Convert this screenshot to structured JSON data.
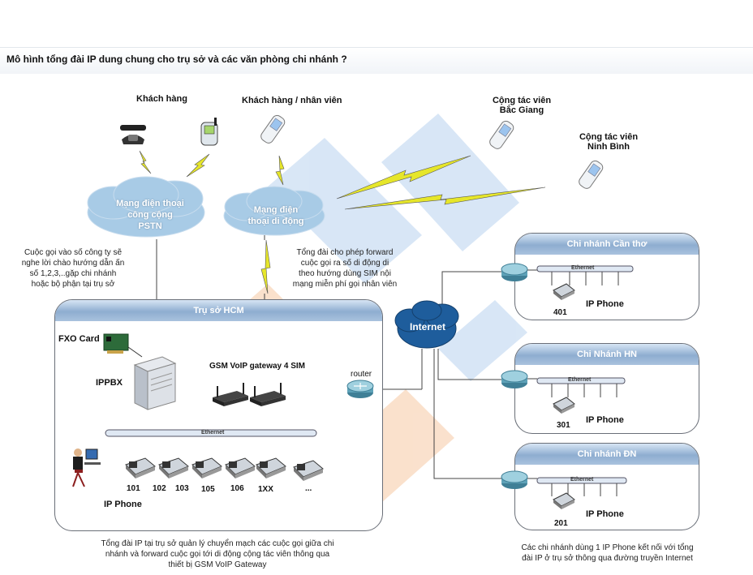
{
  "title": "Mô hình tổng đài IP dung chung cho trụ sở và các văn phòng chi nhánh ?",
  "labels": {
    "customer": "Khách hàng",
    "customer_staff": "Khách hàng / nhân viên",
    "collab_bg_line1": "Cộng tác viên",
    "collab_bg_line2": "Bắc Giang",
    "collab_nb_line1": "Cộng tác viên",
    "collab_nb_line2": "Ninh Bình"
  },
  "clouds": {
    "pstn": [
      "Mạng điện thoại",
      "công cộng",
      "PSTN"
    ],
    "mobile": [
      "Mạng điện",
      "thoại di động"
    ],
    "internet": "Internet"
  },
  "notes": {
    "pstn_note": [
      "Cuộc gọi vào số công ty sẽ",
      "nghe lời chào hướng dẫn ấn",
      "số 1,2,3,..gặp chi nhánh",
      "hoặc bộ phận tại trụ sở"
    ],
    "forward_note": [
      "Tổng đài cho phép forward",
      "cuộc gọi ra số di động di",
      "theo hướng dùng SIM nội",
      "mạng miễn phí gọi nhân viên"
    ],
    "hq_note": [
      "Tổng đài IP tại trụ sở quản lý chuyển mạch các cuộc gọi giữa chi",
      "nhánh và forward cuộc gọi tới di động cộng tác viên thông qua",
      "thiết bị GSM VoIP Gateway"
    ],
    "branch_note": [
      "Các chi nhánh dùng 1 IP Phone kết nối với tổng",
      "đài IP ở trụ sở thông qua đường truyền Internet"
    ]
  },
  "hq": {
    "title": "Trụ sở HCM",
    "fxo": "FXO Card",
    "ippbx": "IPPBX",
    "gateway": "GSM VoIP gateway 4 SIM",
    "router": "router",
    "ethernet": "Ethernet",
    "ip_phone": "IP Phone",
    "extensions": [
      "101",
      "102",
      "103",
      "105",
      "106",
      "1XX",
      "..."
    ]
  },
  "branches": [
    {
      "title": "Chi nhánh Cần thơ",
      "ethernet": "Ethernet",
      "ext": "401",
      "phone": "IP Phone"
    },
    {
      "title": "Chi Nhánh HN",
      "ethernet": "Ethernet",
      "ext": "301",
      "phone": "IP Phone"
    },
    {
      "title": "Chi nhánh ĐN",
      "ethernet": "Ethernet",
      "ext": "201",
      "phone": "IP Phone"
    }
  ],
  "colors": {
    "header_blue": "#8eadd0",
    "watermark_blue": "#b9d3ef",
    "watermark_orange": "#f6c9a4",
    "lightning": "#e8e820"
  }
}
